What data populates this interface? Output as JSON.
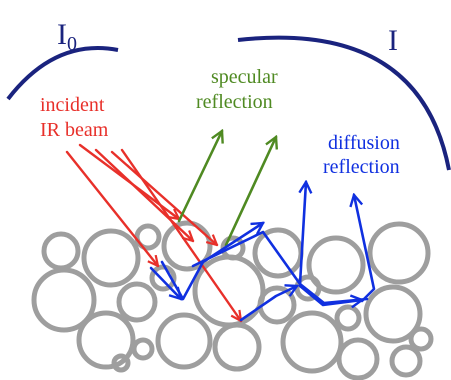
{
  "labels": {
    "incident_intensity": "I",
    "incident_intensity_sub": "0",
    "measured_intensity": "I",
    "incident_line1": "incident",
    "incident_line2": "IR beam",
    "specular_line1": "specular",
    "specular_line2": "reflection",
    "diffusion_line1": "diffusion",
    "diffusion_line2": "reflection"
  },
  "colors": {
    "detector_arc": "#1a237e",
    "incident": "#e8302a",
    "specular": "#4f8a22",
    "diffusion": "#1030e0",
    "particle_outline": "#9e9e9e"
  }
}
